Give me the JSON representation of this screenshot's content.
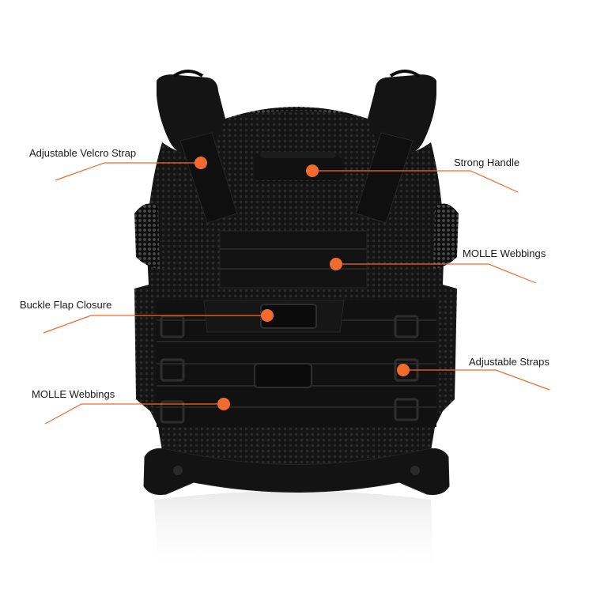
{
  "colors": {
    "accent": "#f26b2e",
    "vest": "#141414",
    "mesh": "#1d1d1d",
    "background": "#ffffff"
  },
  "callouts": {
    "velcro_strap": "Adjustable Velcro Strap",
    "strong_handle": "Strong Handle",
    "molle_upper": "MOLLE Webbings",
    "buckle_closure": "Buckle Flap Closure",
    "adjustable_straps": "Adjustable Straps",
    "molle_lower": "MOLLE Webbings"
  }
}
